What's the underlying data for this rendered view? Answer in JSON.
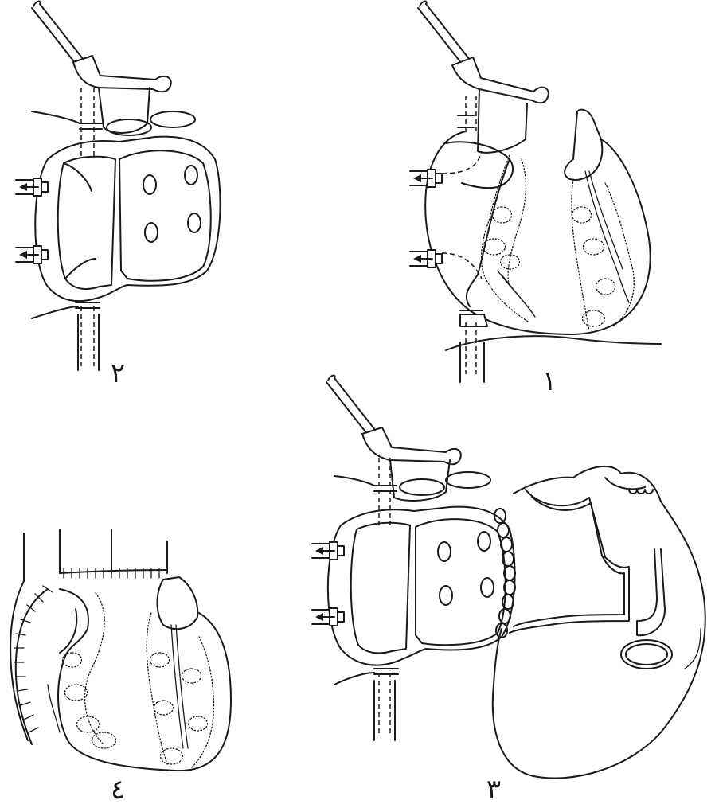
{
  "panels": [
    {
      "id": "panel-1",
      "label": "١"
    },
    {
      "id": "panel-2",
      "label": "٢"
    },
    {
      "id": "panel-3",
      "label": "٣"
    },
    {
      "id": "panel-4",
      "label": "٤"
    }
  ]
}
